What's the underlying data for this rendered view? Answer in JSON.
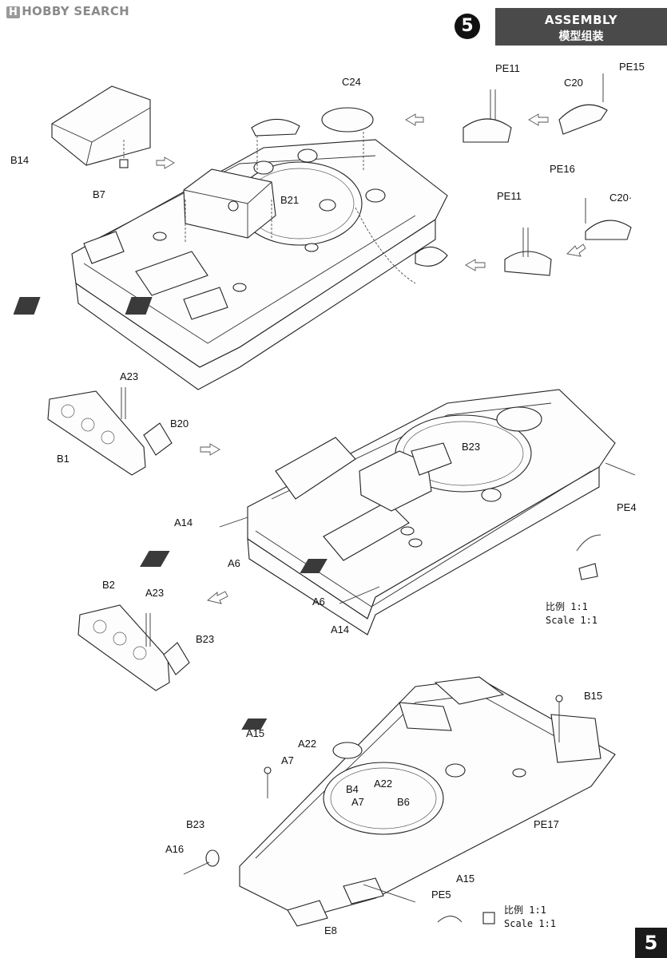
{
  "watermark": {
    "logo": "H",
    "text": "HOBBY SEARCH"
  },
  "header": {
    "step_number": "5",
    "title_en": "ASSEMBLY",
    "title_cn": "模型组装"
  },
  "page_number": "5",
  "labels": {
    "c24": "C24",
    "pe11_top": "PE11",
    "c20_top": "C20",
    "pe15": "PE15",
    "b14": "B14",
    "b7": "B7",
    "b21": "B21",
    "pe16": "PE16",
    "pe11_mid": "PE11",
    "c20_mid": "C20·",
    "a23_top": "A23",
    "b20": "B20",
    "b1": "B1",
    "b23_mid": "B23",
    "a14_left": "A14",
    "a6_left": "A6",
    "pe4": "PE4",
    "b2": "B2",
    "a23_bot": "A23",
    "b23_left": "B23",
    "a6_right": "A6",
    "a14_bottom": "A14",
    "b15": "B15",
    "a15_top": "A15",
    "a22_top": "A22",
    "a7_left": "A7",
    "b4": "B4",
    "a22_mid": "A22",
    "a7_mid": "A7",
    "b6": "B6",
    "pe17": "PE17",
    "b23_bot": "B23",
    "a16": "A16",
    "a15_bot": "A15",
    "pe5": "PE5",
    "e8": "E8"
  },
  "scale_notes": [
    {
      "cn": "比例 1:1",
      "en": "Scale 1:1"
    },
    {
      "cn": "比例 1:1",
      "en": "Scale 1:1"
    }
  ]
}
